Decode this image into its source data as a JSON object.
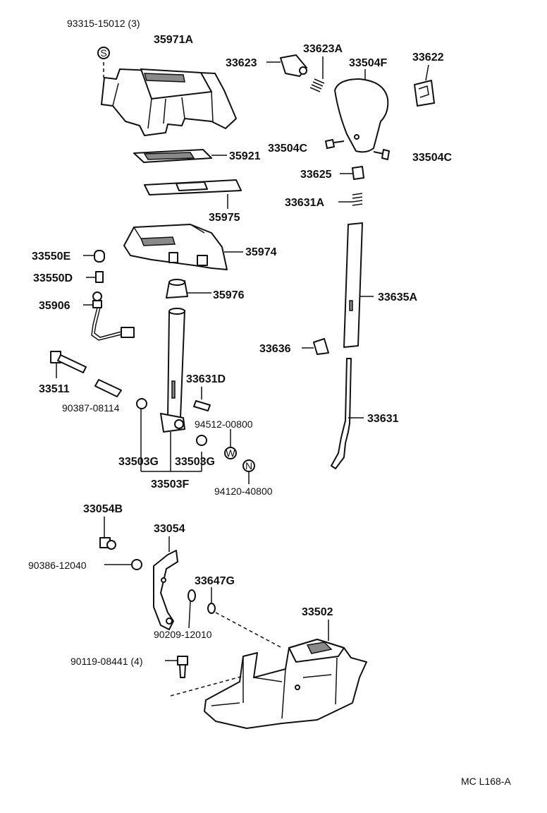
{
  "diagram": {
    "callouts": [
      {
        "key": "c93315",
        "text": "93315-15012 (3)"
      },
      {
        "key": "c35971A",
        "text": "35971A"
      },
      {
        "key": "c33623",
        "text": "33623"
      },
      {
        "key": "c33623A",
        "text": "33623A"
      },
      {
        "key": "c33504F",
        "text": "33504F"
      },
      {
        "key": "c33622",
        "text": "33622"
      },
      {
        "key": "c35921",
        "text": "35921"
      },
      {
        "key": "c33504C_left",
        "text": "33504C"
      },
      {
        "key": "c33504C_right",
        "text": "33504C"
      },
      {
        "key": "c33625",
        "text": "33625"
      },
      {
        "key": "c33631A",
        "text": "33631A"
      },
      {
        "key": "c35975",
        "text": "35975"
      },
      {
        "key": "c35974",
        "text": "35974"
      },
      {
        "key": "c33550E",
        "text": "33550E"
      },
      {
        "key": "c33550D",
        "text": "33550D"
      },
      {
        "key": "c35976",
        "text": "35976"
      },
      {
        "key": "c33635A",
        "text": "33635A"
      },
      {
        "key": "c35906",
        "text": "35906"
      },
      {
        "key": "c33636",
        "text": "33636"
      },
      {
        "key": "c33511",
        "text": "33511"
      },
      {
        "key": "c33631D",
        "text": "33631D"
      },
      {
        "key": "c90387",
        "text": "90387-08114"
      },
      {
        "key": "c94512",
        "text": "94512-00800"
      },
      {
        "key": "c33631",
        "text": "33631"
      },
      {
        "key": "c33503G_left",
        "text": "33503G"
      },
      {
        "key": "c33503G_right",
        "text": "33503G"
      },
      {
        "key": "c33503F",
        "text": "33503F"
      },
      {
        "key": "c94120",
        "text": "94120-40800"
      },
      {
        "key": "c33054B",
        "text": "33054B"
      },
      {
        "key": "c33054",
        "text": "33054"
      },
      {
        "key": "c90386",
        "text": "90386-12040"
      },
      {
        "key": "c33647G",
        "text": "33647G"
      },
      {
        "key": "c33502",
        "text": "33502"
      },
      {
        "key": "c90209",
        "text": "90209-12010"
      },
      {
        "key": "c90119",
        "text": "90119-08441 (4)"
      }
    ],
    "symbols": {
      "s": "S",
      "w": "W",
      "n": "N"
    },
    "drawing_code": "MC L168-A"
  }
}
